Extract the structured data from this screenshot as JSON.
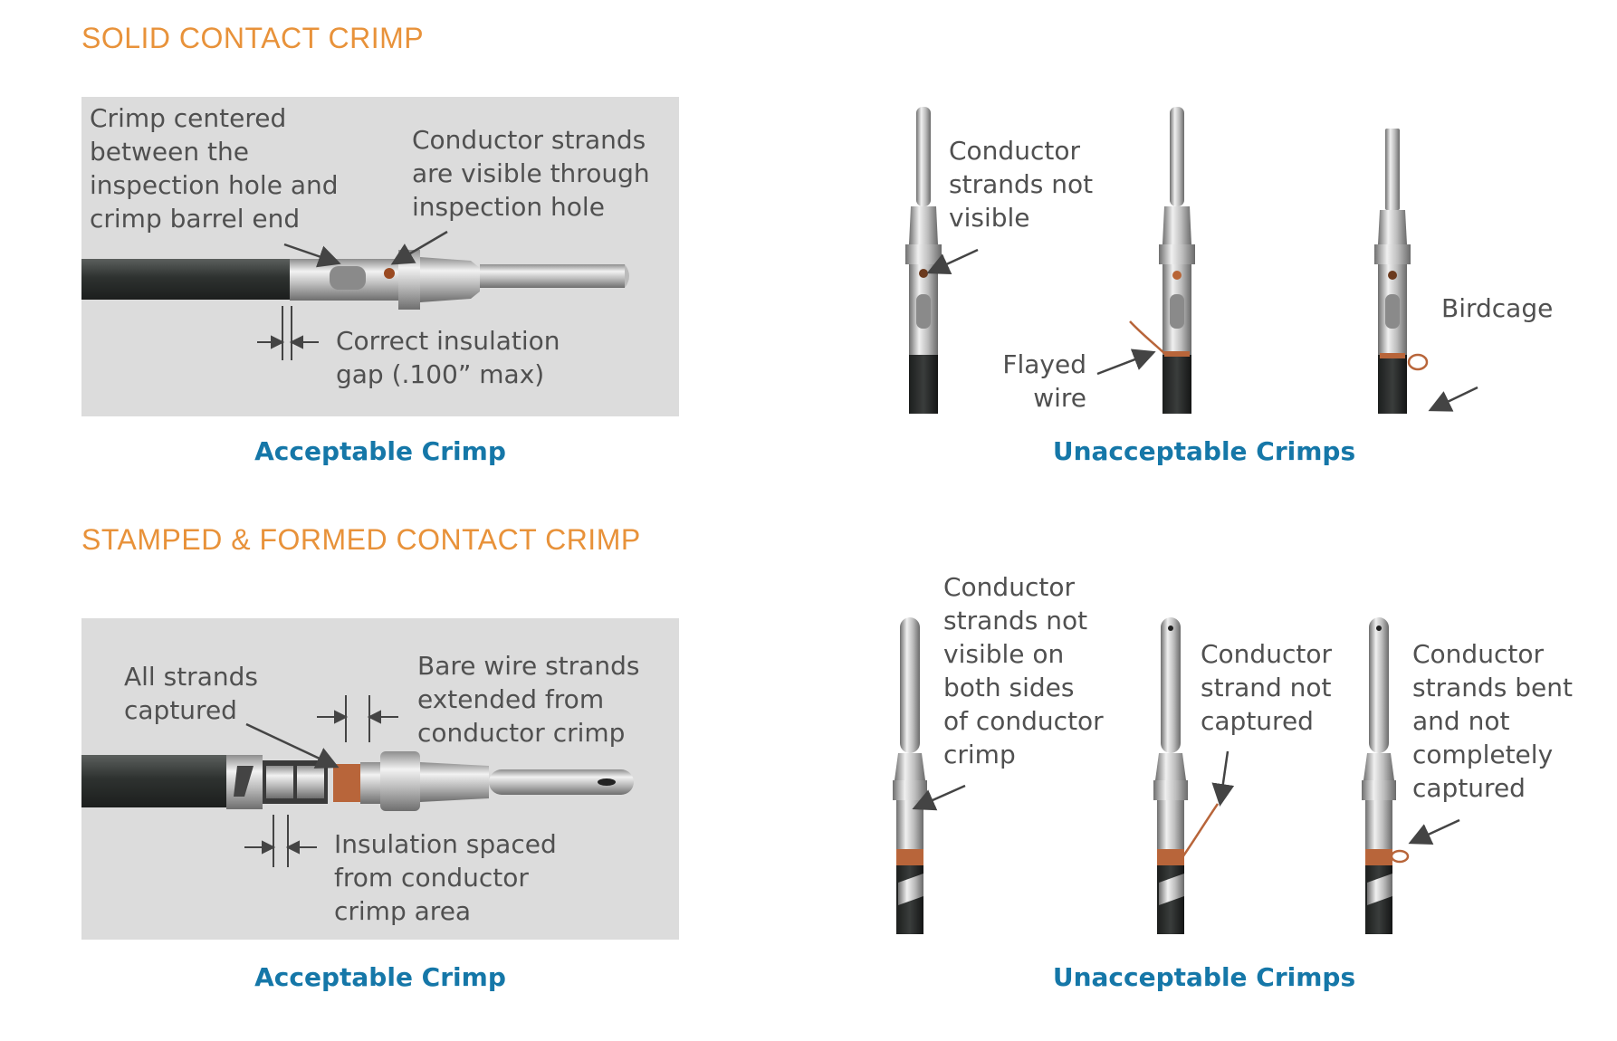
{
  "colors": {
    "heading": "#E8923A",
    "caption": "#1577A8",
    "panel_bg": "#DCDCDC",
    "annotation_text": "#505050",
    "wire_insulation": "#2E3230",
    "metal": "#C9C9C9",
    "copper": "#B8653A"
  },
  "solid": {
    "heading": "SOLID CONTACT CRIMP",
    "acceptable": {
      "label_centered": "Crimp centered\nbetween the\ninspection hole and\ncrimp barrel end",
      "label_strands_visible": "Conductor strands\nare visible through\ninspection hole",
      "label_gap": "Correct insulation\ngap (.100” max)",
      "caption": "Acceptable Crimp"
    },
    "unacceptable": {
      "label_not_visible": "Conductor\nstrands not\nvisible",
      "label_flayed": "Flayed\nwire",
      "label_birdcage": "Birdcage",
      "caption": "Unacceptable Crimps"
    }
  },
  "stamped": {
    "heading": "STAMPED & FORMED CONTACT CRIMP",
    "acceptable": {
      "label_captured": "All strands\ncaptured",
      "label_bare": "Bare wire strands\nextended from\nconductor crimp",
      "label_insulation": "Insulation spaced\nfrom conductor\ncrimp area",
      "caption": "Acceptable Crimp"
    },
    "unacceptable": {
      "label_both_sides": "Conductor\nstrands not\nvisible on\nboth sides\nof conductor\ncrimp",
      "label_not_captured": "Conductor\nstrand not\ncaptured",
      "label_bent": "Conductor\nstrands bent\nand not\ncompletely\ncaptured",
      "caption": "Unacceptable Crimps"
    }
  }
}
